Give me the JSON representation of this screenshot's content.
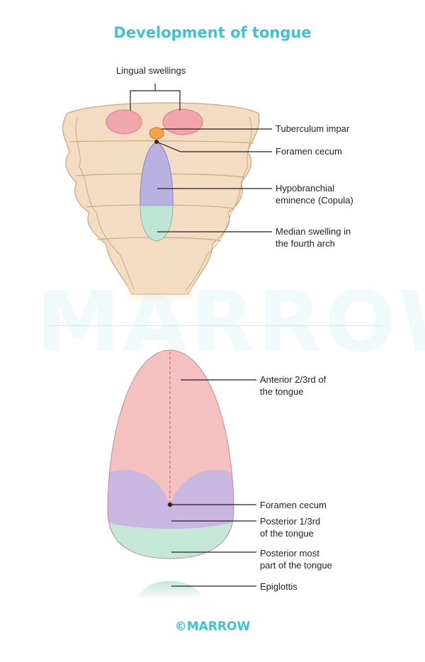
{
  "title": "Development of tongue",
  "watermark": "MARROW",
  "footer": "©MARROW",
  "colors": {
    "accent": "#41c1cf",
    "pharynx": "#f3dcc2",
    "lingual_swelling": "#f0a6ab",
    "tuberculum_impar": "#f4a14a",
    "copula": "#b8b0de",
    "median_swelling": "#bfe6d4",
    "tongue_anterior": "#f5c0c0",
    "tongue_posterior": "#c9b7e1",
    "tongue_posterior_most": "#c4e7d8",
    "epiglottis": "#c4e7d8"
  },
  "top_diagram": {
    "lingual_swellings": "Lingual swellings",
    "tuberculum_impar": "Tuberculum impar",
    "foramen_cecum": "Foramen cecum",
    "copula": "Hypobranchial\neminence (Copula)",
    "median_swelling": "Median swelling in\nthe fourth arch"
  },
  "bottom_diagram": {
    "anterior": "Anterior 2/3rd of\nthe tongue",
    "foramen_cecum": "Foramen cecum",
    "posterior": "Posterior 1/3rd\nof the tongue",
    "posterior_most": "Posterior most\npart of the tongue",
    "epiglottis": "Epiglottis"
  }
}
